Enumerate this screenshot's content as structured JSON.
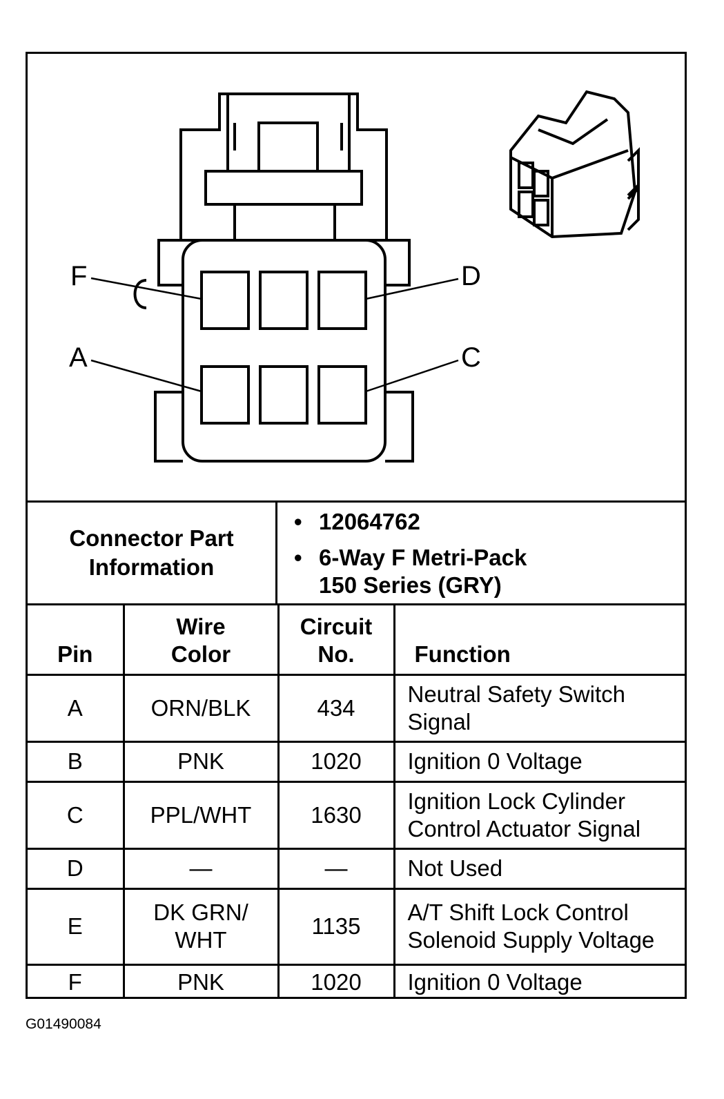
{
  "diagram": {
    "pin_labels": {
      "F": "F",
      "D": "D",
      "A": "A",
      "C": "C"
    }
  },
  "connector_info": {
    "title": "Connector Part Information",
    "items": [
      "12064762",
      "6-Way F Metri-Pack",
      "150 Series (GRY)"
    ]
  },
  "table": {
    "headers": {
      "pin": "Pin",
      "wire_color": "Wire Color",
      "circuit_no": "Circuit No.",
      "function": "Function"
    },
    "rows": [
      {
        "pin": "A",
        "wire_color": "ORN/BLK",
        "circuit_no": "434",
        "function": "Neutral Safety Switch Signal"
      },
      {
        "pin": "B",
        "wire_color": "PNK",
        "circuit_no": "1020",
        "function": "Ignition 0 Voltage"
      },
      {
        "pin": "C",
        "wire_color": "PPL/WHT",
        "circuit_no": "1630",
        "function": "Ignition Lock Cylinder Control Actuator Signal"
      },
      {
        "pin": "D",
        "wire_color": "—",
        "circuit_no": "—",
        "function": "Not Used"
      },
      {
        "pin": "E",
        "wire_color": "DK GRN/ WHT",
        "circuit_no": "1135",
        "function": "A/T Shift Lock Control Solenoid Supply Voltage"
      },
      {
        "pin": "F",
        "wire_color": "PNK",
        "circuit_no": "1020",
        "function": "Ignition 0 Voltage"
      }
    ]
  },
  "figure_id": "G01490084"
}
